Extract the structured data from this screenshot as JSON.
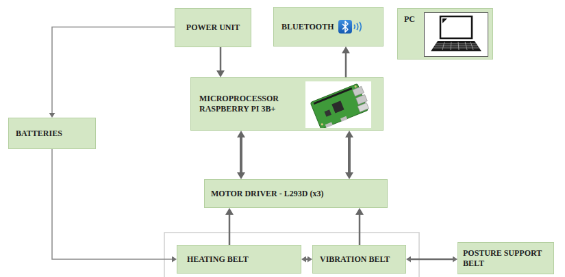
{
  "diagram": {
    "nodes": [
      {
        "text": [
          "POWER UNIT"
        ]
      },
      {
        "text": [
          "BLUETOOTH"
        ]
      },
      {
        "text": [
          "PC"
        ]
      },
      {
        "text": [
          "MICROPROCESSOR RASPBERRY PI 3B+"
        ]
      },
      {
        "text": [
          "BATTERIES"
        ]
      },
      {
        "text": [
          "MOTOR DRIVER - L293D (x3)"
        ]
      },
      {
        "text": [
          "HEATING  BELT"
        ]
      },
      {
        "text": [
          "VIBRATION BELT"
        ]
      },
      {
        "text": [
          "POSTURE SUPPORT BELT"
        ]
      }
    ],
    "edges": [
      {
        "from": 0,
        "to": 3,
        "arrow": "to"
      },
      {
        "from": 3,
        "to": 1,
        "arrow": "to"
      },
      {
        "from": 0,
        "to": 4,
        "arrow": "to"
      },
      {
        "from": 4,
        "to": 6,
        "arrow": "to"
      },
      {
        "from": 3,
        "to": 5,
        "arrow": "both"
      },
      {
        "from": 3,
        "to": 5,
        "arrow": "both"
      },
      {
        "from": 6,
        "to": 5,
        "arrow": "to"
      },
      {
        "from": 7,
        "to": 5,
        "arrow": "to"
      },
      {
        "from": 6,
        "to": 7,
        "arrow": "both"
      },
      {
        "from": 7,
        "to": 8,
        "arrow": "both"
      }
    ]
  }
}
